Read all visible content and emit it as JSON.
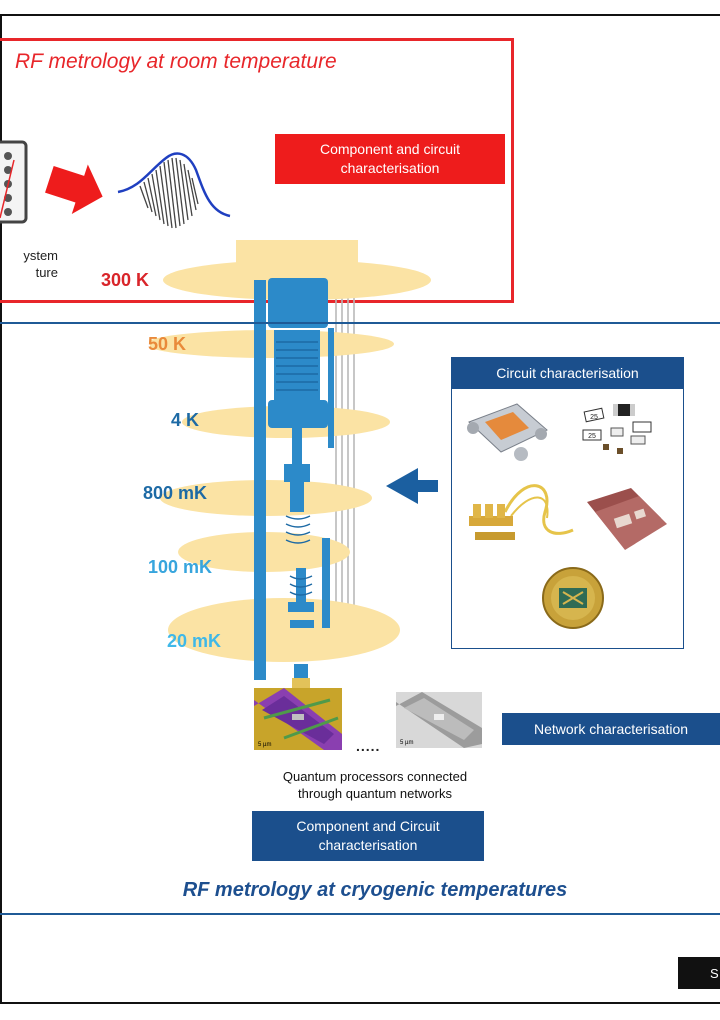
{
  "room": {
    "title": "RF metrology at room temperature",
    "component_label": "Component and circuit characterisation",
    "system_text_line1": "ystem",
    "system_text_line2": "ture"
  },
  "temperatures": {
    "t300": "300 K",
    "t50": "50 K",
    "t4": "4 K",
    "t800": "800 mK",
    "t100": "100 mK",
    "t20": "20 mK"
  },
  "circuit_panel": {
    "title": "Circuit characterisation",
    "chip_marks": [
      "25",
      "25"
    ]
  },
  "network": {
    "label": "Network characterisation"
  },
  "processors": {
    "scale_left": "5 µm",
    "scale_right": "5 µm",
    "dots": ".....",
    "caption_line1": "Quantum processors connected",
    "caption_line2": "through quantum networks"
  },
  "cryo_component": {
    "label": "Component and Circuit characterisation"
  },
  "cryo": {
    "title": "RF metrology at cryogenic temperatures"
  },
  "corner_button": {
    "label": "S"
  },
  "colors": {
    "red": "#e8262a",
    "blue": "#1b4f8c",
    "plate": "#fbe3a4",
    "pipe": "#2c8ac9"
  }
}
